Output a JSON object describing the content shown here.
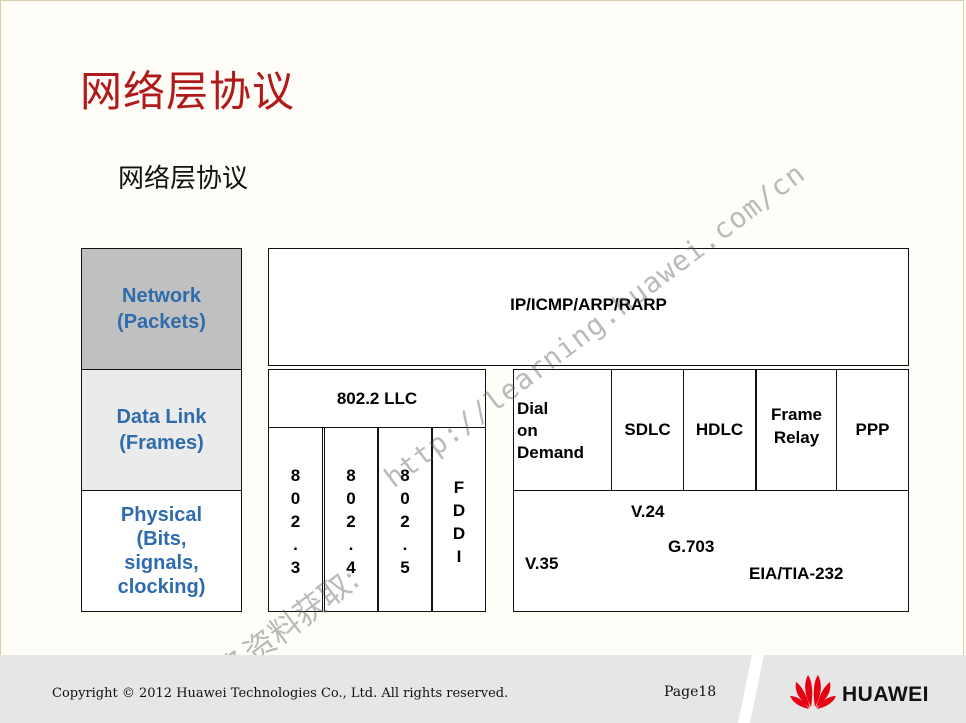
{
  "title": "网络层协议",
  "subtitle": "网络层协议",
  "layers": {
    "network": [
      "Network",
      "(Packets)"
    ],
    "datalink": [
      "Data Link",
      "(Frames)"
    ],
    "physical": [
      "Physical",
      "(Bits,",
      "signals,",
      "clocking)"
    ]
  },
  "ip_box": "IP/ICMP/ARP/RARP",
  "llc": "802.2 LLC",
  "ieee": [
    [
      "8",
      "0",
      "2",
      ".",
      "3"
    ],
    [
      "8",
      "0",
      "2",
      ".",
      "4"
    ],
    [
      "8",
      "0",
      "2",
      ".",
      "5"
    ],
    [
      "F",
      "D",
      "D",
      "I"
    ]
  ],
  "wan": {
    "dial": [
      "Dial",
      "on",
      "Demand"
    ],
    "sdlc": "SDLC",
    "hdlc": "HDLC",
    "frame_relay": [
      "Frame",
      "Relay"
    ],
    "ppp": "PPP"
  },
  "physical_std": {
    "v24": "V.24",
    "g703": "G.703",
    "v35": "V.35",
    "eia": "EIA/TIA-232"
  },
  "watermark": {
    "url": "http://learning.huawei.com/cn",
    "cn": "更多资料获取:"
  },
  "footer": {
    "copyright": "Copyright © 2012 Huawei Technologies Co., Ltd. All rights reserved.",
    "page": "Page18",
    "brand": "HUAWEI"
  },
  "colors": {
    "title": "#b01a1a",
    "layer_text": "#2f6cab",
    "brand_red": "#e60012"
  }
}
